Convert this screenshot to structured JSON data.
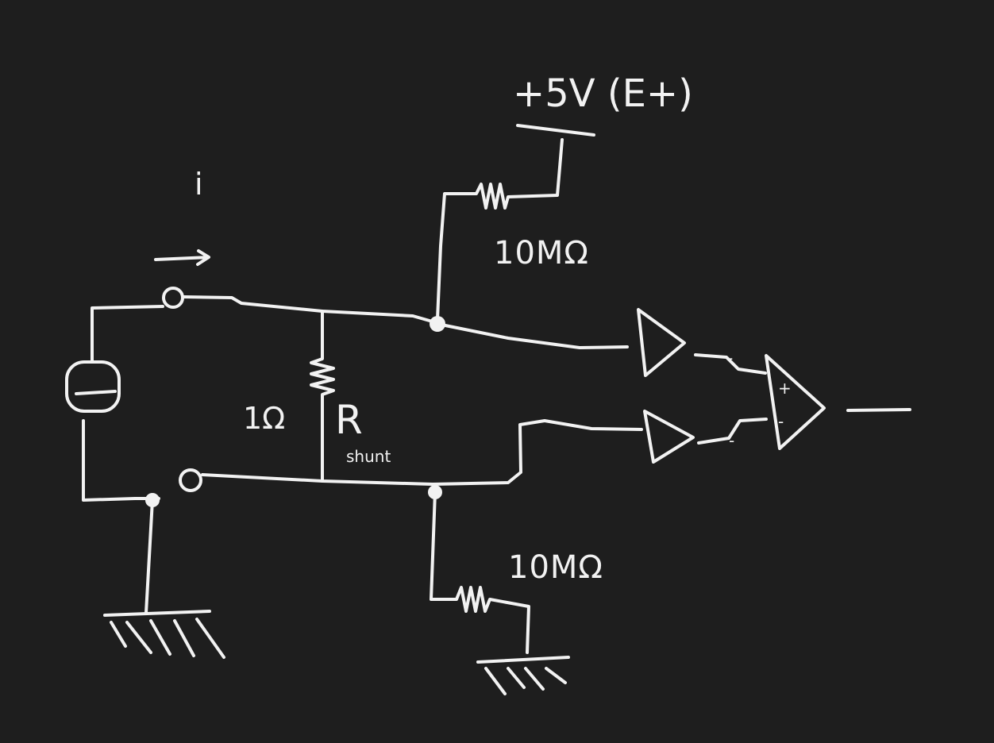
{
  "diagram": {
    "background": "#1e1e1e",
    "ink_color": "#f2f2f2",
    "labels": {
      "supply": "+5V (E+)",
      "current": "i",
      "pullup": "10MΩ",
      "pulldown": "10MΩ",
      "shunt_value": "1Ω",
      "shunt_symbol": "R",
      "shunt_subscript": "shunt",
      "buffer_top_out": "-",
      "buffer_bottom_out": "-",
      "opamp_plus": "+",
      "opamp_minus": "-"
    }
  }
}
